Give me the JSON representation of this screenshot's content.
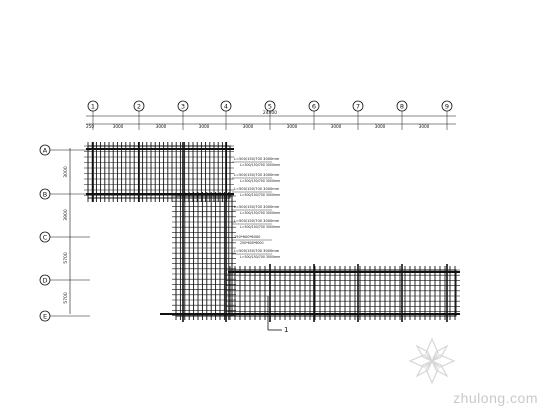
{
  "grid": {
    "columns": [
      "1",
      "2",
      "3",
      "4",
      "5",
      "6",
      "7",
      "8",
      "9"
    ],
    "rows": [
      "A",
      "B",
      "C",
      "D",
      "E"
    ],
    "overall_dimension": "24400",
    "top_dimensions": [
      "250",
      "3000",
      "3000",
      "3000",
      "3000",
      "3000",
      "3000",
      "3000",
      "3000"
    ],
    "left_dimensions": [
      "3000",
      "3900",
      "5700",
      "5700"
    ]
  },
  "annotations": [
    "L=500/150/700 3000mm",
    "L=500/150/700 3000mm",
    "L=500/150/700 3000mm",
    "L=500/150/700 3000mm",
    "L=500/150/700 3000mm",
    "250*600*6000",
    "L=500/150/700 3000mm"
  ],
  "section_mark": "1",
  "watermark": {
    "text": "zhulong.com"
  },
  "colors": {
    "line": "#111111",
    "watermark": "#cccccc"
  }
}
